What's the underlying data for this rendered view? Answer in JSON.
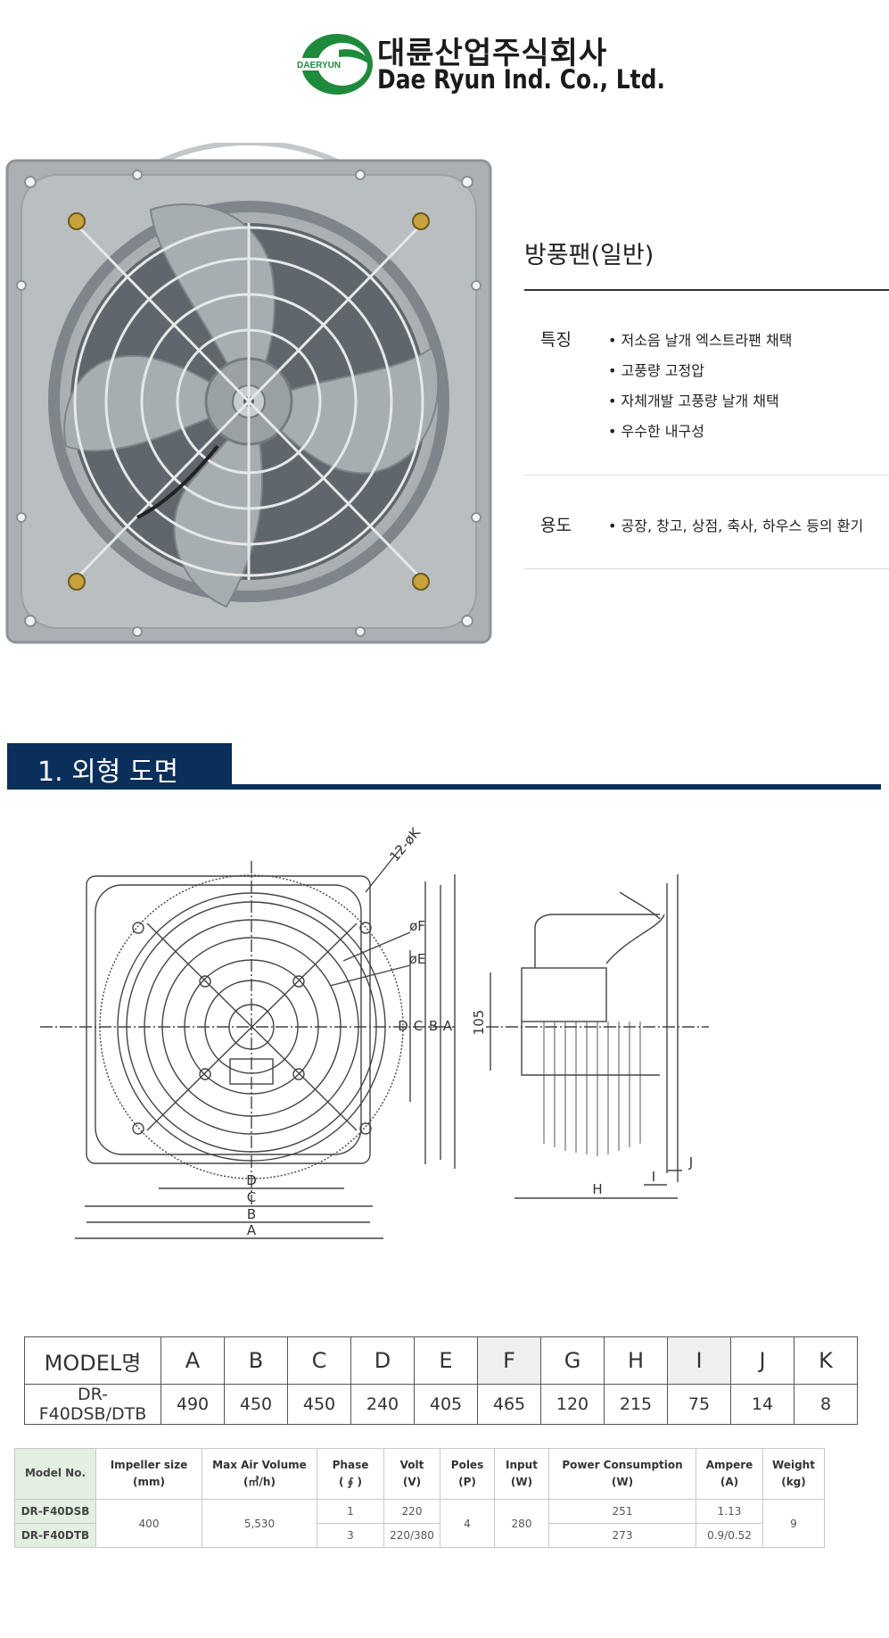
{
  "company": {
    "logo_text": "DAERYUN",
    "name_ko": "대륜산업주식회사",
    "name_en": "Dae Ryun Ind. Co., Ltd."
  },
  "product": {
    "name": "방풍팬(일반)",
    "features_label": "특징",
    "features": [
      "• 저소음 날개 엑스트라팬 채택",
      "• 고풍량 고정압",
      "• 자체개발 고풍량 날개 채택",
      "• 우수한 내구성"
    ],
    "usage_label": "용도",
    "usage": [
      "• 공장, 창고, 상점, 축사, 하우스 등의 환기"
    ]
  },
  "section": {
    "title": "1. 외형 도면"
  },
  "drawing_labels": {
    "hole": "12-øK",
    "phi_f1": "øF",
    "phi_f2": "øE",
    "vert_d": "D",
    "vert_c": "C",
    "vert_b": "B",
    "vert_a": "A",
    "horiz_d": "D",
    "horiz_c": "C",
    "horiz_b": "B",
    "horiz_a": "A",
    "side_105": "105",
    "side_h": "H",
    "side_i": "I",
    "side_j": "J"
  },
  "dimension_table": {
    "headers": [
      "MODEL명",
      "A",
      "B",
      "C",
      "D",
      "E",
      "F",
      "G",
      "H",
      "I",
      "J",
      "K"
    ],
    "rows": [
      [
        "DR-F40DSB/DTB",
        "490",
        "450",
        "450",
        "240",
        "405",
        "465",
        "120",
        "215",
        "75",
        "14",
        "8"
      ]
    ]
  },
  "spec_table": {
    "headers": [
      {
        "label": "Model No.",
        "unit": ""
      },
      {
        "label": "Impeller size",
        "unit": "(mm)"
      },
      {
        "label": "Max Air Volume",
        "unit": "(㎥/h)"
      },
      {
        "label": "Phase",
        "unit": "( ∮ )"
      },
      {
        "label": "Volt",
        "unit": "(V)"
      },
      {
        "label": "Poles",
        "unit": "(P)"
      },
      {
        "label": "Input",
        "unit": "(W)"
      },
      {
        "label": "Power Consumption",
        "unit": "(W)"
      },
      {
        "label": "Ampere",
        "unit": "(A)"
      },
      {
        "label": "Weight",
        "unit": "(kg)"
      }
    ],
    "models": [
      "DR-F40DSB",
      "DR-F40DTB"
    ],
    "impeller": "400",
    "air_volume": "5,530",
    "phase": [
      "1",
      "3"
    ],
    "volt": [
      "220",
      "220/380"
    ],
    "poles": "4",
    "input": "280",
    "power": [
      "251",
      "273"
    ],
    "ampere": [
      "1.13",
      "0.9/0.52"
    ],
    "weight": "9"
  },
  "colors": {
    "brand_green": "#1e8a3c",
    "navy": "#0b2f5b",
    "model_cell_green": "#e3efe0"
  }
}
